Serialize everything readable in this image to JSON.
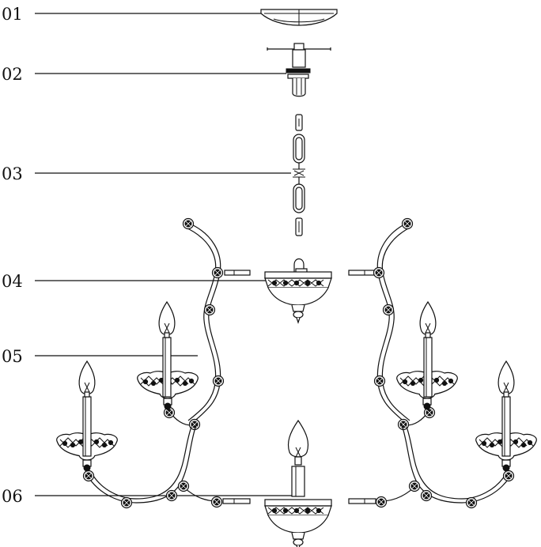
{
  "diagram": {
    "parts": [
      {
        "label": "01",
        "name": "canopy"
      },
      {
        "label": "02",
        "name": "mounting-bracket"
      },
      {
        "label": "03",
        "name": "chain"
      },
      {
        "label": "04",
        "name": "upper-body"
      },
      {
        "label": "05",
        "name": "arm"
      },
      {
        "label": "06",
        "name": "lower-body"
      }
    ]
  }
}
